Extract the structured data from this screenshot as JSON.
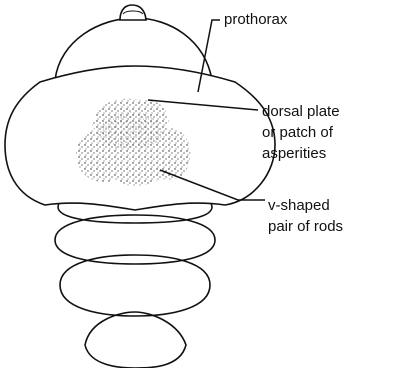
{
  "labels": {
    "prothorax": "prothorax",
    "dorsal_plate_line1": "dorsal plate",
    "dorsal_plate_line2": "or patch of",
    "dorsal_plate_line3": "asperities",
    "rods_line1": "v-shaped",
    "rods_line2": "pair of rods"
  },
  "colors": {
    "ink": "#111111",
    "background": "#ffffff"
  }
}
